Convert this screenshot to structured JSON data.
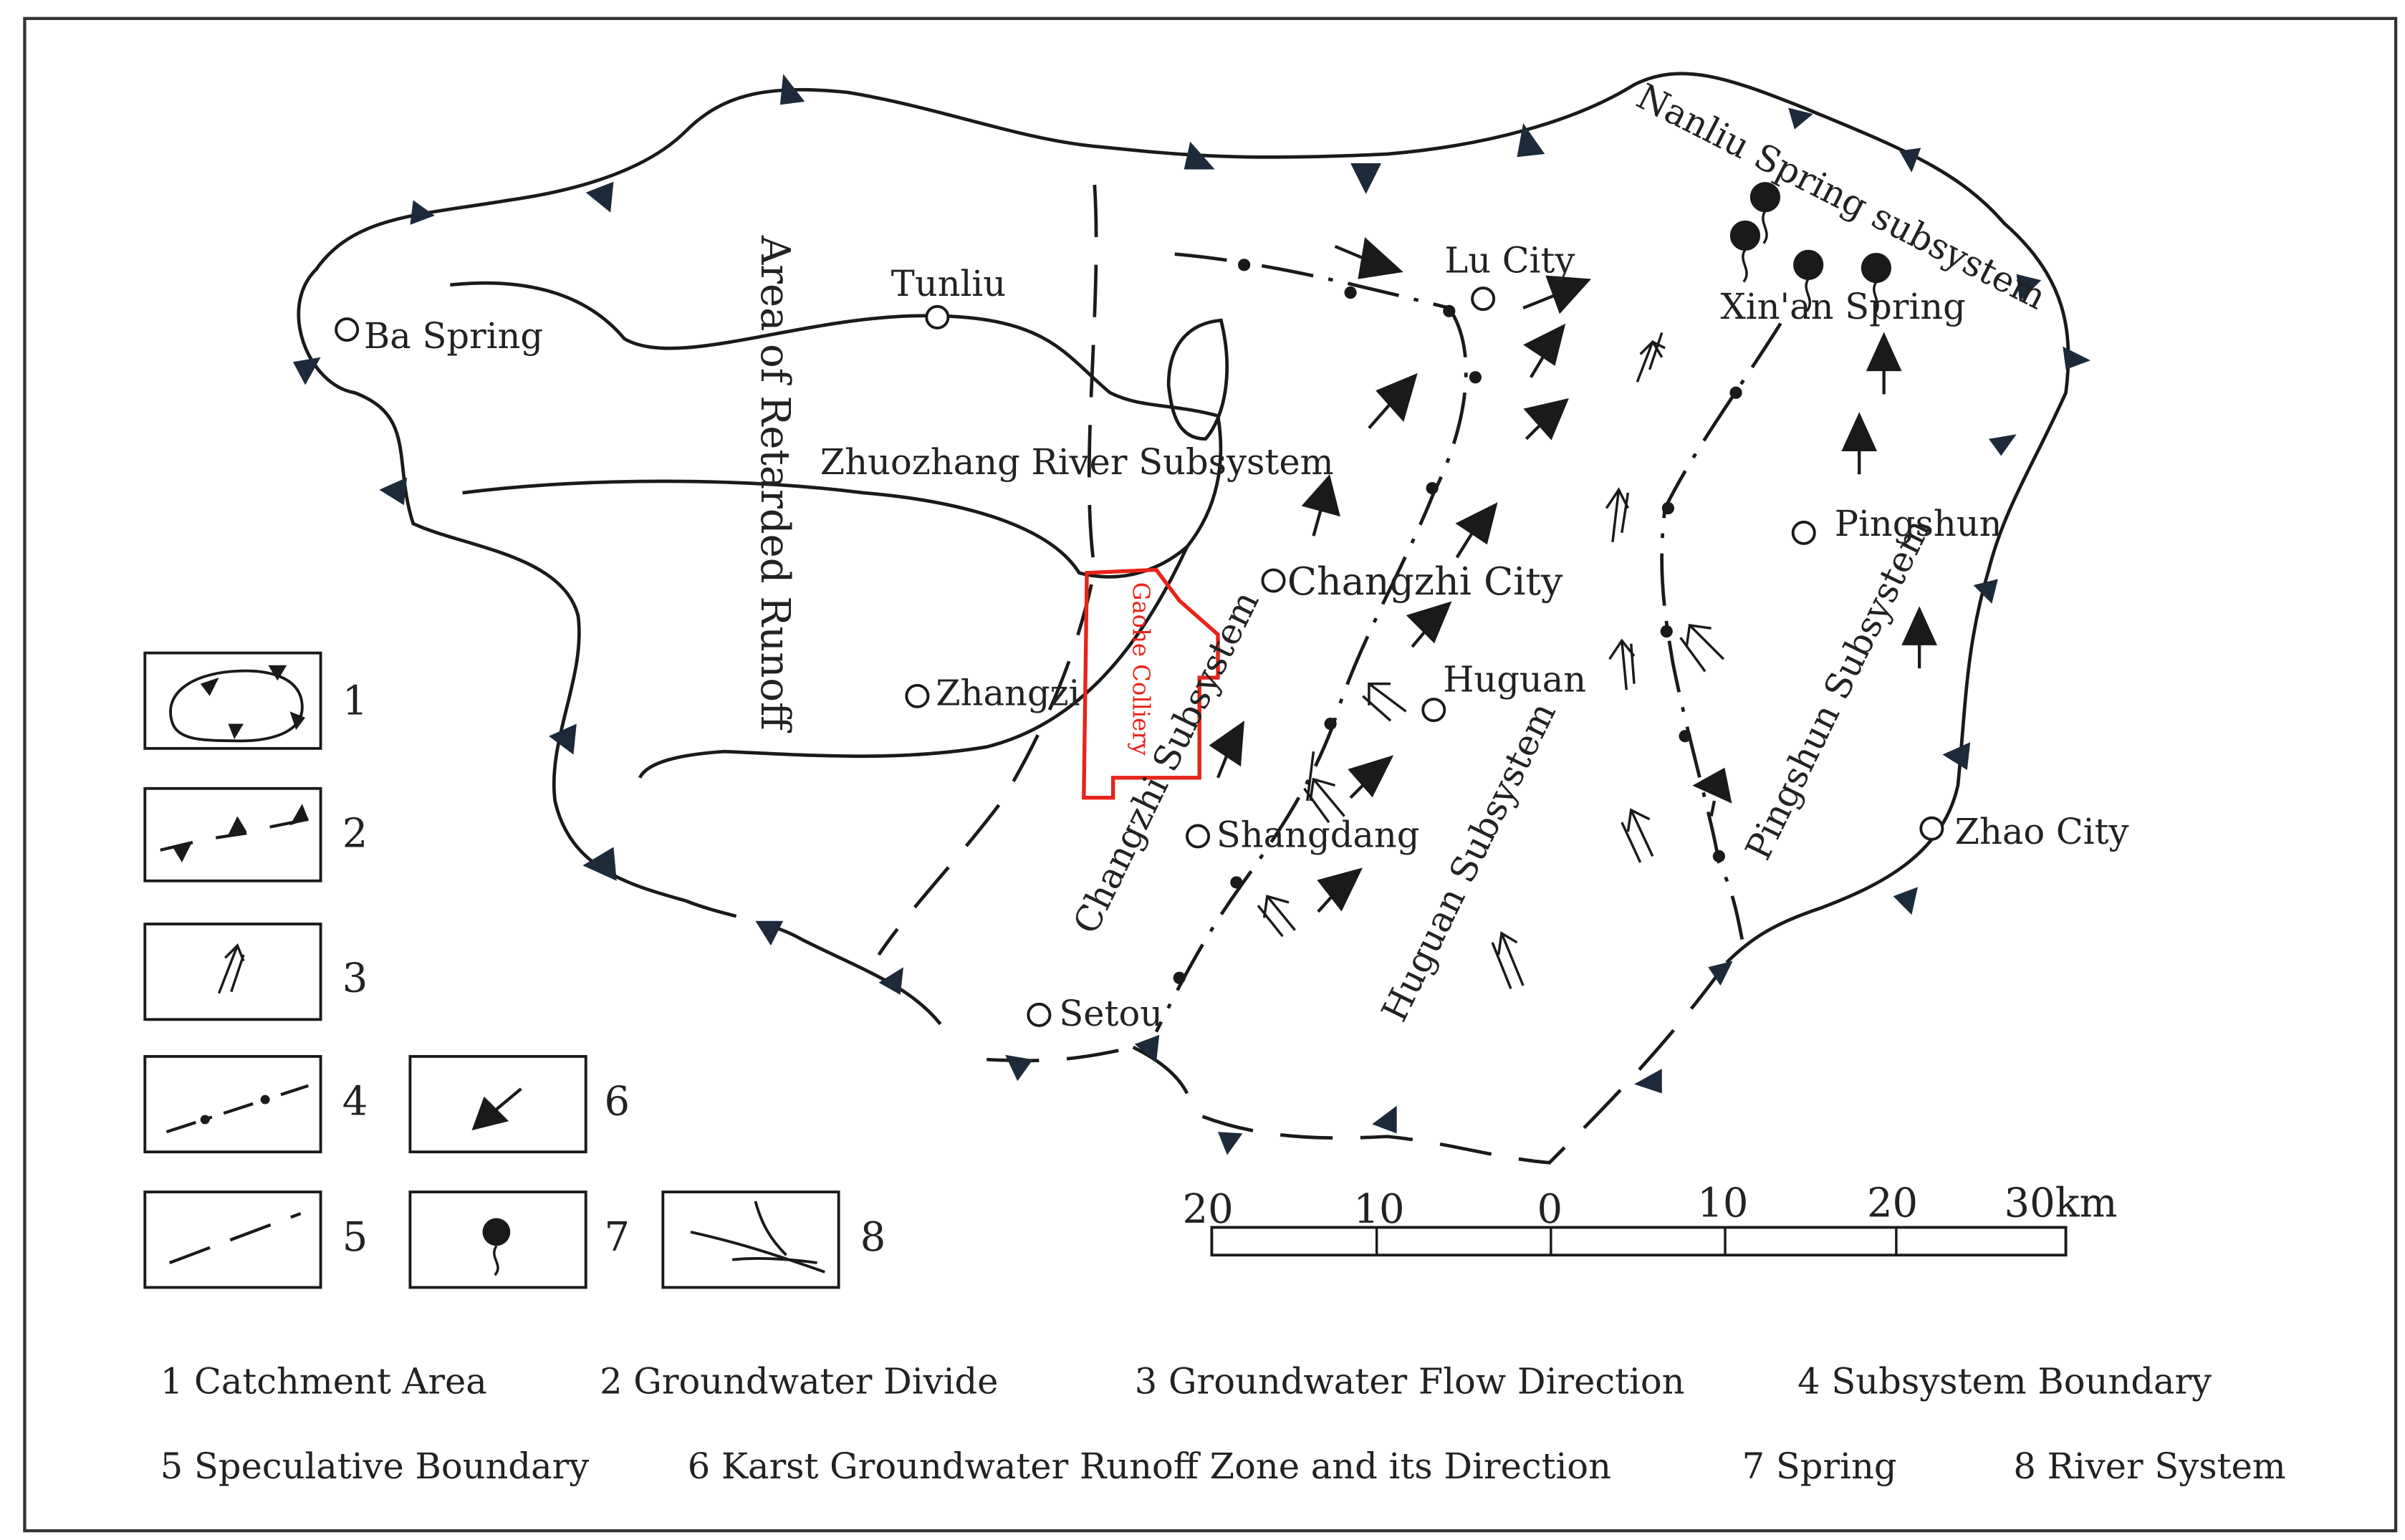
{
  "places": {
    "ba_spring": "Ba Spring",
    "tunliu": "Tunliu",
    "lu_city": "Lu City",
    "xinan_spring": "Xin'an Spring",
    "changzhi_city": "Changzhi City",
    "huguan": "Huguan",
    "pingshun": "Pingshun",
    "zhangzi": "Zhangzi",
    "shangdang": "Shangdang",
    "setou": "Setou",
    "zhao_city": "Zhao City"
  },
  "regions": {
    "retarded_runoff": "Area of Retarded Runoff",
    "zhuozhang": "Zhuozhang River Subsystem",
    "nanliu": "Nanliu Spring subsystem",
    "changzhi_sub": "Changzhi Subsystem",
    "huguan_sub": "Huguan Subsystem",
    "pingshun_sub": "Pingshun Subsystem",
    "gaohe": "Gaohe Colliery"
  },
  "scale": {
    "ticks": [
      "20",
      "10",
      "0",
      "10",
      "20",
      "30km"
    ]
  },
  "legend": {
    "numbers": [
      "1",
      "2",
      "3",
      "4",
      "5",
      "6",
      "7",
      "8"
    ],
    "captions": [
      "1 Catchment Area",
      "2 Groundwater Divide",
      "3 Groundwater Flow Direction",
      "4 Subsystem Boundary",
      "5 Speculative Boundary",
      "6 Karst Groundwater Runoff Zone and its Direction",
      "7 Spring",
      "8 River System"
    ]
  },
  "colors": {
    "ink": "#1a1a1a",
    "colliery": "#e8231a",
    "divide_marker": "#1c2a3a"
  }
}
